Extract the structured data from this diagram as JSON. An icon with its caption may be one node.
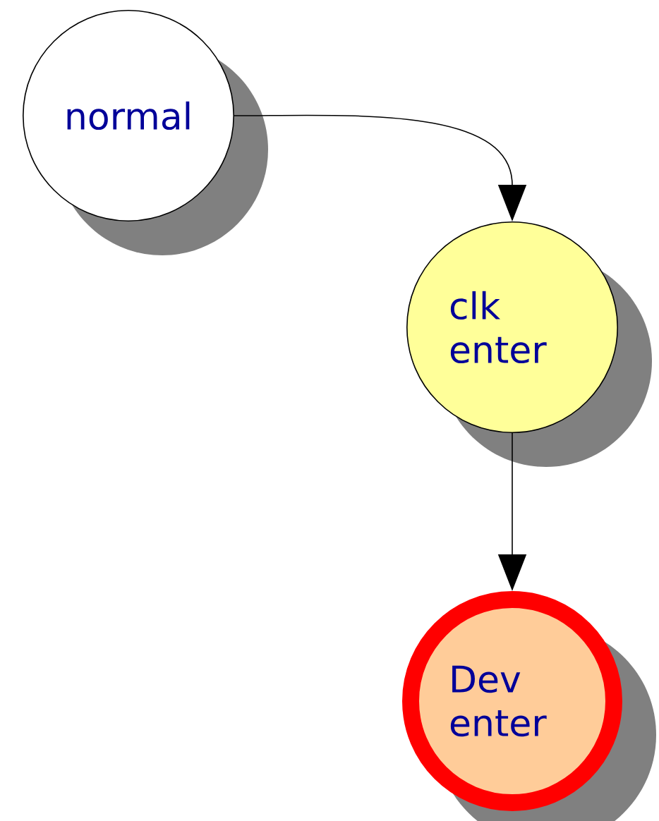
{
  "diagram": {
    "nodes": [
      {
        "text": [
          "normal"
        ]
      },
      {
        "text": [
          "clk enter"
        ]
      },
      {
        "text": [
          "Dev enter"
        ]
      }
    ],
    "edges": [
      {
        "from": 0,
        "to": 1,
        "arrow": "to"
      },
      {
        "from": 1,
        "to": 2,
        "arrow": "to"
      }
    ]
  }
}
